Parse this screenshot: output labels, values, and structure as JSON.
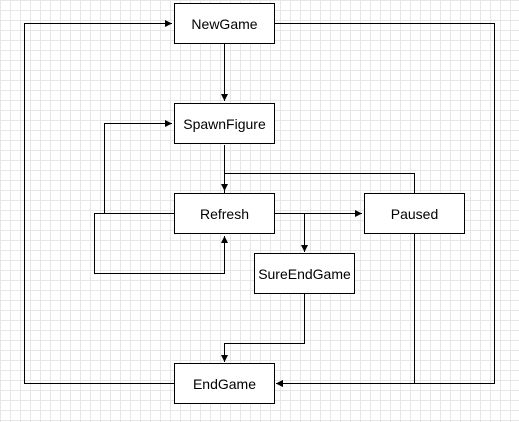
{
  "diagram": {
    "nodes": {
      "newgame": "NewGame",
      "spawnfigure": "SpawnFigure",
      "refresh": "Refresh",
      "paused": "Paused",
      "sureendgame": "SureEndGame",
      "endgame": "EndGame"
    },
    "edges": [
      {
        "from": "NewGame",
        "to": "SpawnFigure"
      },
      {
        "from": "SpawnFigure",
        "to": "Refresh"
      },
      {
        "from": "Refresh",
        "to": "SpawnFigure"
      },
      {
        "from": "Refresh",
        "to": "Refresh"
      },
      {
        "from": "Refresh",
        "to": "Paused"
      },
      {
        "from": "Paused",
        "to": "Refresh"
      },
      {
        "from": "Refresh",
        "to": "SureEndGame"
      },
      {
        "from": "SureEndGame",
        "to": "EndGame"
      },
      {
        "from": "Paused",
        "to": "EndGame"
      },
      {
        "from": "NewGame",
        "to": "EndGame"
      },
      {
        "from": "EndGame",
        "to": "NewGame"
      }
    ]
  },
  "colors": {
    "line": "#000000",
    "grid": "#e6e6e6",
    "node_fill": "#ffffff"
  }
}
